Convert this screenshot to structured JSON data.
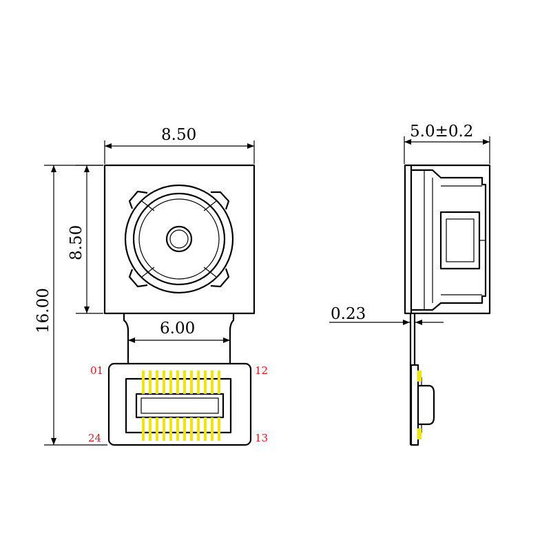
{
  "front_view": {
    "dim_width": "8.50",
    "dim_height": "8.50",
    "dim_total_height": "16.00",
    "dim_flex_width": "6.00",
    "pin_labels": {
      "top_left": "01",
      "top_right": "12",
      "bottom_left": "24",
      "bottom_right": "13"
    }
  },
  "side_view": {
    "dim_depth": "5.0±0.2",
    "dim_flex_thickness": "0.23"
  },
  "colors": {
    "line": "#000000",
    "pin_label": "#e8141a",
    "contact": "#f2e600"
  }
}
